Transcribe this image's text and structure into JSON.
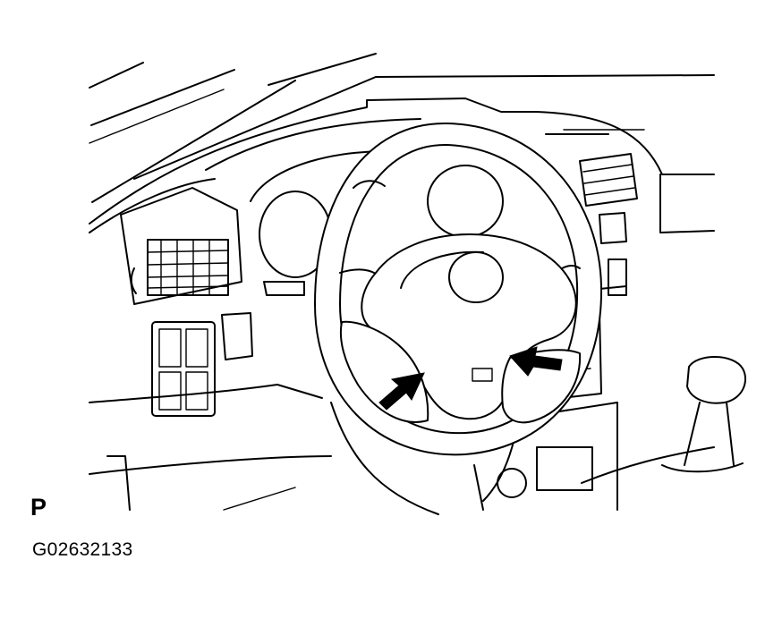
{
  "figure": {
    "view_label": "P",
    "figure_code": "G02632133",
    "line_color": "#000000",
    "background": "#ffffff",
    "arrows": 2
  }
}
